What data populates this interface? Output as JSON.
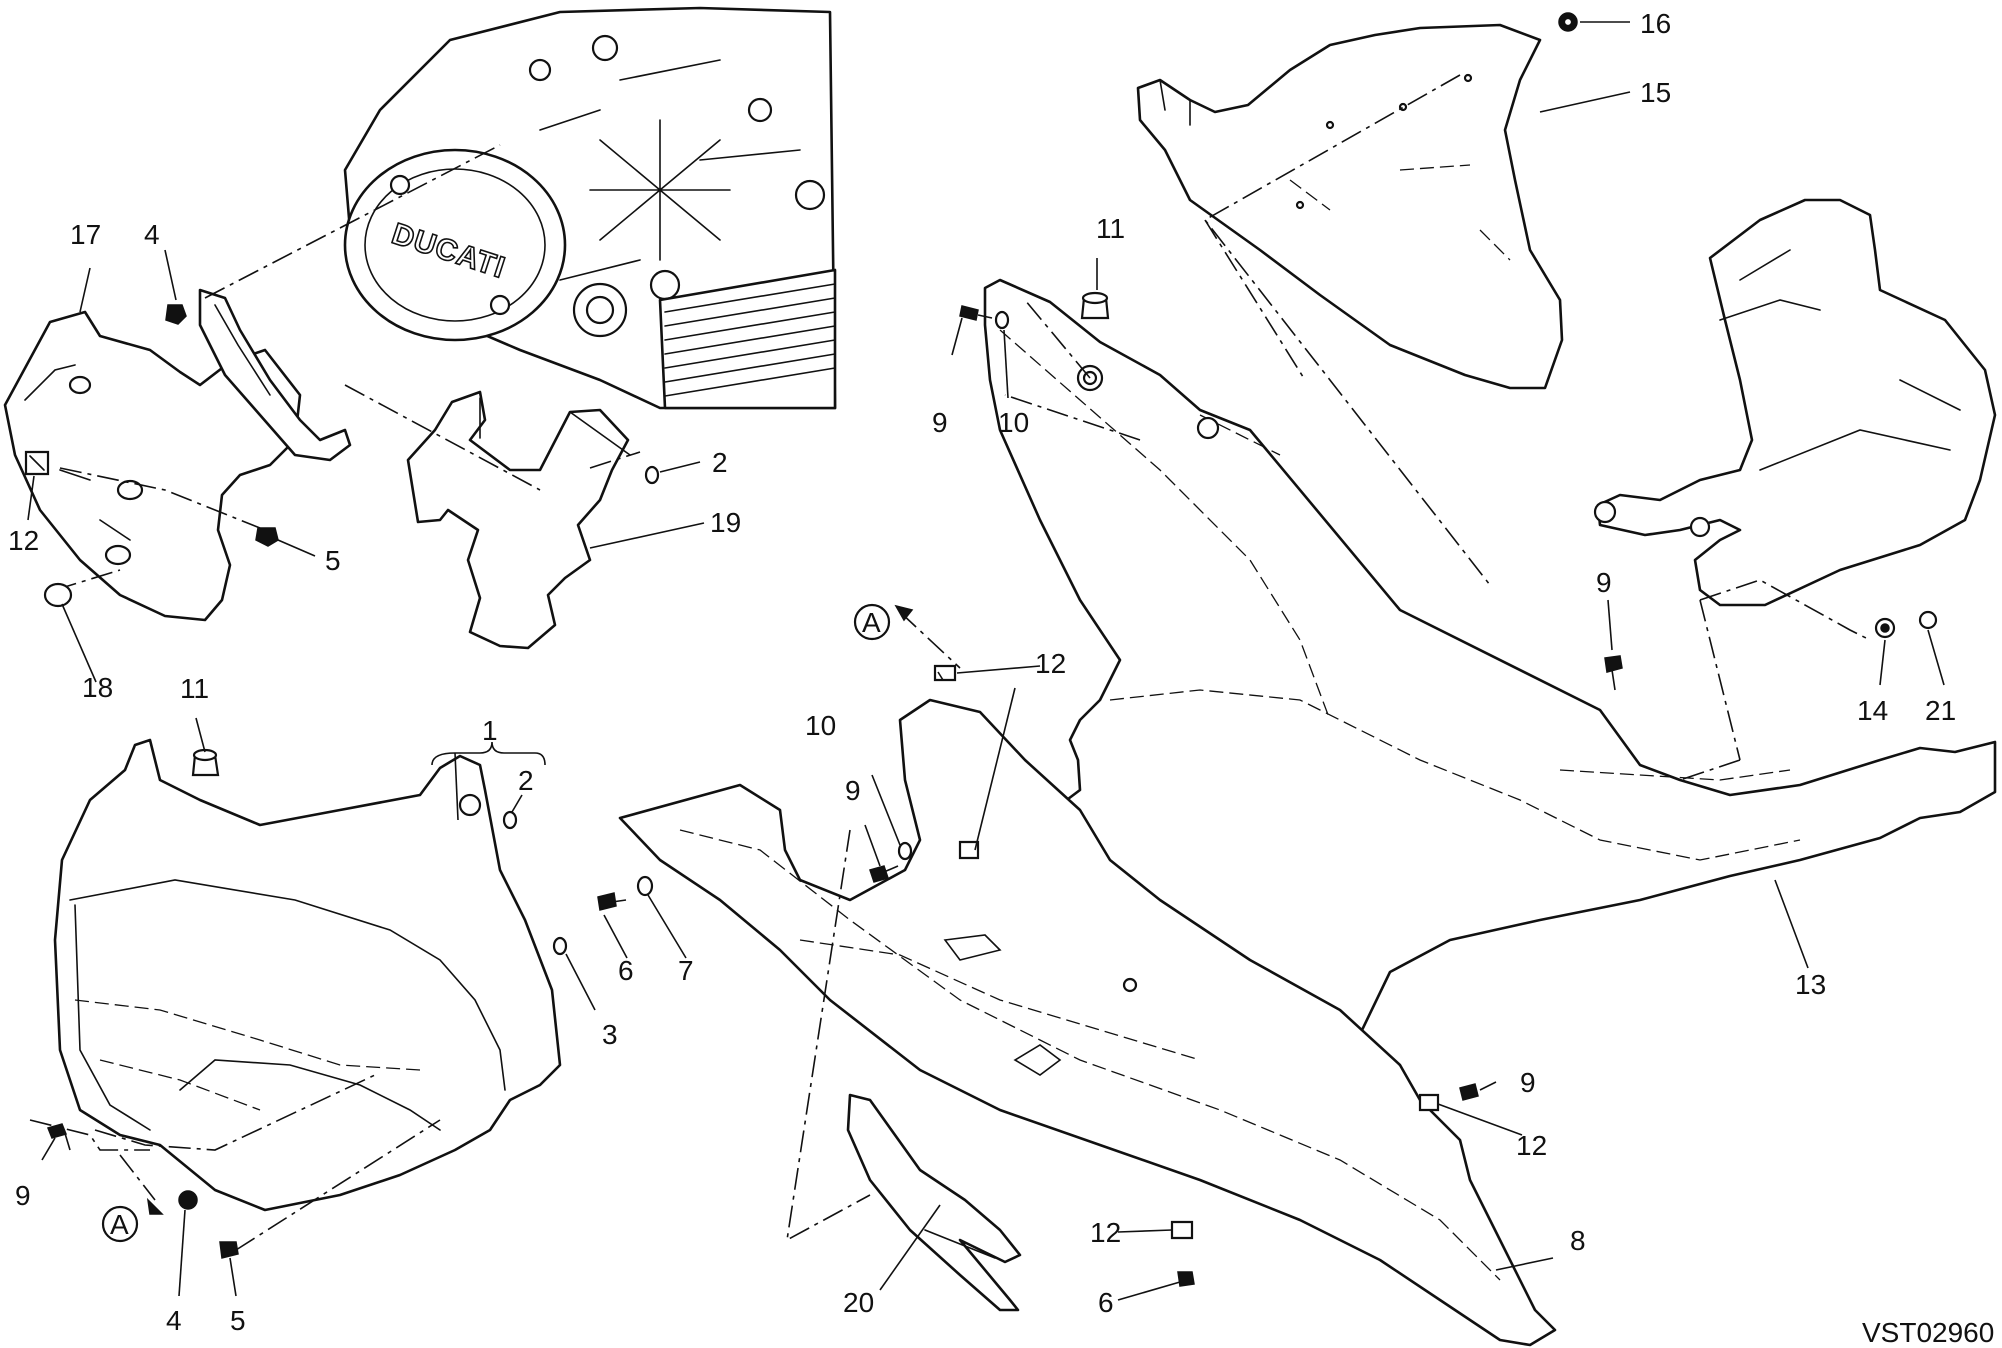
{
  "diagram": {
    "drawing_code": "VST02960",
    "engine_logo": "DUCATI",
    "view_reference": "A",
    "callouts": [
      "1",
      "2",
      "3",
      "4",
      "5",
      "6",
      "7",
      "8",
      "9",
      "10",
      "11",
      "12",
      "13",
      "14",
      "15",
      "16",
      "17",
      "18",
      "19",
      "20",
      "21"
    ]
  }
}
